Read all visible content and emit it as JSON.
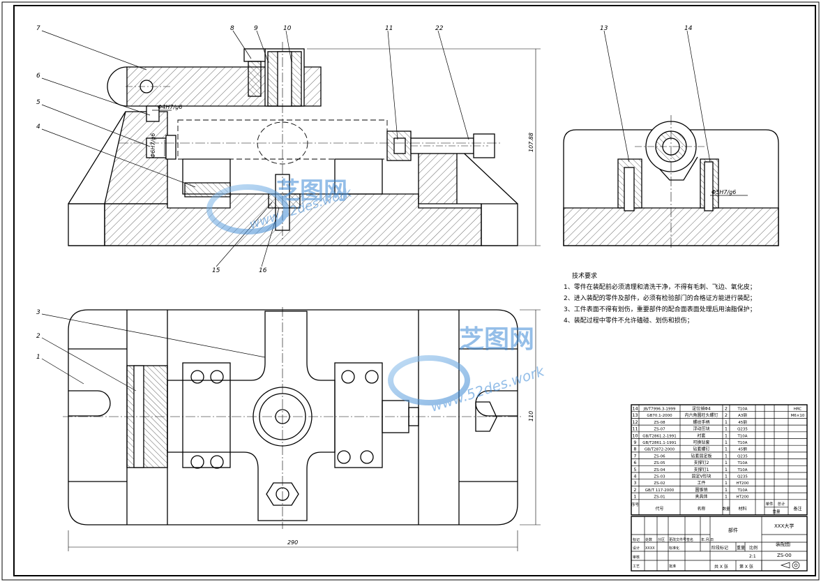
{
  "balloons": {
    "b7": "7",
    "b8": "8",
    "b9": "9",
    "b10": "10",
    "b11": "11",
    "b22": "22",
    "b6": "6",
    "b5": "5",
    "b4": "4",
    "b15": "15",
    "b16": "16",
    "b3": "3",
    "b2": "2",
    "b1": "1",
    "b13": "13",
    "b14": "14"
  },
  "fits": {
    "fit_top": "Φ4H7/g6",
    "fit_left": "Φ6H7/g6",
    "fit_side": "Φ5H7/g6"
  },
  "dimensions": {
    "height": "107.88",
    "width_total": "290",
    "width_side": "110"
  },
  "tech_requirements": {
    "title": "技术要求",
    "items": [
      "1、零件在装配前必须清理和清洗干净，不得有毛刺、飞边、氧化皮；",
      "2、进入装配的零件及部件，必须有检验部门的合格证方能进行装配；",
      "3、工件表面不得有划伤，重要部件的配合面表面处理后用油脂保护；",
      "4、装配过程中零件不允许磕碰、划伤和损伤；"
    ]
  },
  "watermark": {
    "cn": "芝图网",
    "url": "www.52des.work"
  },
  "bom": {
    "rows": [
      [
        "14",
        "JB/T7996.3-1999",
        "定位销Φ4",
        "2",
        "T10A",
        "",
        "",
        "HRC"
      ],
      [
        "13",
        "GB70.1-2000",
        "内六角圆柱头螺钉",
        "2",
        "A3钢",
        "",
        "",
        "M6×10"
      ],
      [
        "12",
        "ZS-08",
        "螺纹手柄",
        "1",
        "45钢",
        "",
        "",
        ""
      ],
      [
        "11",
        "ZS-07",
        "浮动压块",
        "1",
        "Q235",
        "",
        "",
        ""
      ],
      [
        "10",
        "GB/T2861.2-1991",
        "衬套",
        "1",
        "T10A",
        "",
        "",
        ""
      ],
      [
        "9",
        "GB/T2861.1-1991",
        "可换钻套",
        "1",
        "T10A",
        "",
        "",
        ""
      ],
      [
        "8",
        "GB/T2872-2000",
        "钻套螺钉",
        "1",
        "45钢",
        "",
        "",
        ""
      ],
      [
        "7",
        "ZS-06",
        "钻套固定板",
        "1",
        "Q235",
        "",
        "",
        ""
      ],
      [
        "6",
        "ZS-05",
        "支撑钉2",
        "1",
        "T10A",
        "",
        "",
        ""
      ],
      [
        "5",
        "ZS-04",
        "支撑钉1",
        "1",
        "T10A",
        "",
        "",
        ""
      ],
      [
        "4",
        "ZS-03",
        "固定V形块",
        "1",
        "Q235",
        "",
        "",
        ""
      ],
      [
        "3",
        "ZS-02",
        "工件",
        "1",
        "HT200",
        "",
        "",
        ""
      ],
      [
        "2",
        "GB/T 117-2000",
        "圆锥销",
        "1",
        "T10A",
        "",
        "",
        ""
      ],
      [
        "1",
        "ZS-01",
        "夹具体",
        "1",
        "HT200",
        "",
        "",
        ""
      ]
    ],
    "header": {
      "seq": "序号",
      "code": "代号",
      "name": "名称",
      "qty": "数量",
      "material": "材料",
      "unit_weight": "单件",
      "total_weight": "总计",
      "weight": "重量",
      "remark": "备注"
    }
  },
  "title_block": {
    "school": "XXX大学",
    "drawing": "装配图",
    "part": "部件",
    "code": "ZS-00",
    "scale": "2:1",
    "sheets": "共 X 张",
    "sheet_no": "第 X 张",
    "stage": "阶段标记",
    "weight": "重量",
    "ratio": "比例",
    "labels": {
      "mark": "标记",
      "count": "处数",
      "zone": "分区",
      "change": "更改文件号",
      "sign": "签名",
      "date": "年.月.日",
      "design": "设计",
      "std": "标准化",
      "review": "审核",
      "craft": "工艺",
      "approve": "批准",
      "designer": "XXXX"
    }
  }
}
